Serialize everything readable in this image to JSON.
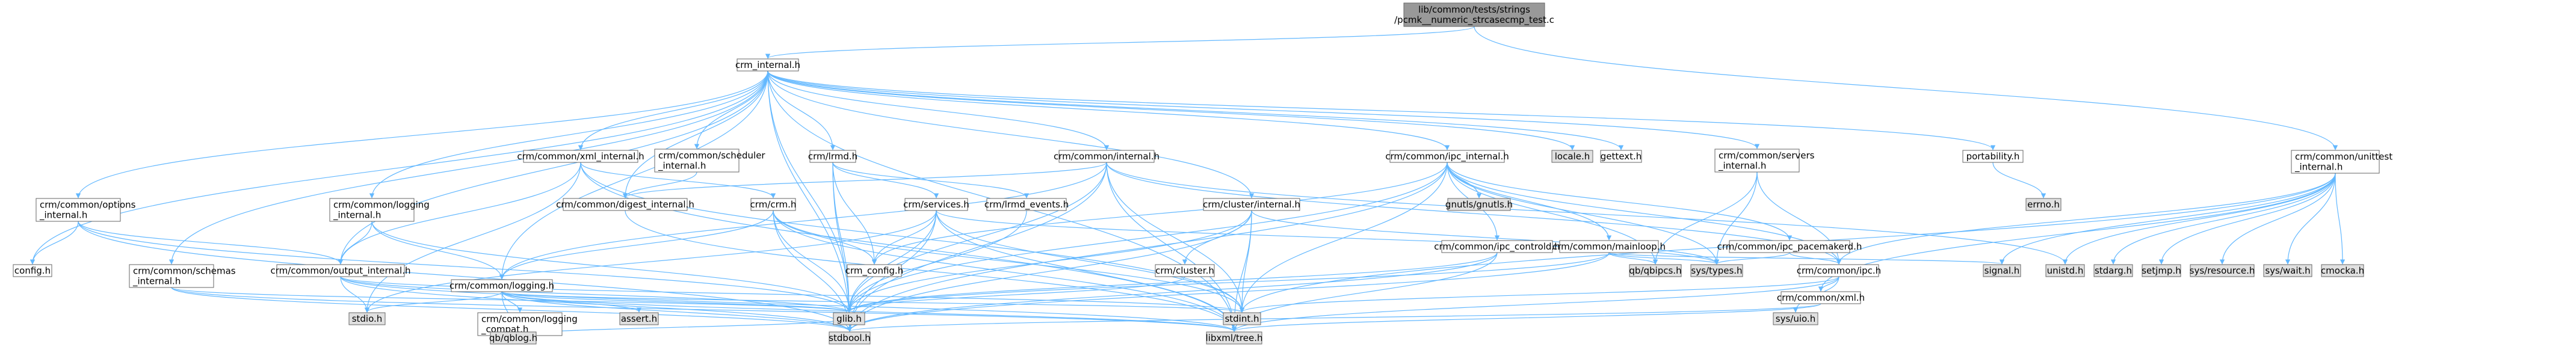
{
  "title_lines": [
    "lib/common/tests/strings",
    "/pcmk__numeric_strcasecmp_test.c"
  ],
  "colors": {
    "root_fill": "#999999",
    "default_fill": "#ffffff",
    "external_fill": "#e0e0e0",
    "red_text": "#ff0000",
    "edge": "#63b8ff",
    "border": "#666666"
  },
  "nodes": [
    {
      "id": "root",
      "lines": [
        "lib/common/tests/strings",
        "/pcmk__numeric_strcasecmp_test.c"
      ],
      "style": "root"
    },
    {
      "id": "crm_internal",
      "lines": [
        "crm_internal.h"
      ],
      "style": "default"
    },
    {
      "id": "unittest_internal",
      "lines": [
        "crm/common/unittest",
        "_internal.h"
      ],
      "style": "default"
    },
    {
      "id": "options_internal",
      "lines": [
        "crm/common/options",
        "_internal.h"
      ],
      "style": "red"
    },
    {
      "id": "schemas_internal",
      "lines": [
        "crm/common/schemas",
        "_internal.h"
      ],
      "style": "red"
    },
    {
      "id": "logging_internal",
      "lines": [
        "crm/common/logging",
        "_internal.h"
      ],
      "style": "default"
    },
    {
      "id": "xml_internal",
      "lines": [
        "crm/common/xml_internal.h"
      ],
      "style": "red"
    },
    {
      "id": "scheduler_internal",
      "lines": [
        "crm/common/scheduler",
        "_internal.h"
      ],
      "style": "red"
    },
    {
      "id": "lrmd",
      "lines": [
        "crm/lrmd.h"
      ],
      "style": "default"
    },
    {
      "id": "common_internal",
      "lines": [
        "crm/common/internal.h"
      ],
      "style": "red"
    },
    {
      "id": "cluster_internal",
      "lines": [
        "crm/cluster/internal.h"
      ],
      "style": "default"
    },
    {
      "id": "ipc_internal",
      "lines": [
        "crm/common/ipc_internal.h"
      ],
      "style": "default"
    },
    {
      "id": "locale",
      "lines": [
        "locale.h"
      ],
      "style": "external"
    },
    {
      "id": "gettext",
      "lines": [
        "gettext.h"
      ],
      "style": "red"
    },
    {
      "id": "servers_internal",
      "lines": [
        "crm/common/servers",
        "_internal.h"
      ],
      "style": "default"
    },
    {
      "id": "portability",
      "lines": [
        "portability.h"
      ],
      "style": "default"
    },
    {
      "id": "errno",
      "lines": [
        "errno.h"
      ],
      "style": "external"
    },
    {
      "id": "config",
      "lines": [
        "config.h"
      ],
      "style": "default"
    },
    {
      "id": "output_internal",
      "lines": [
        "crm/common/output_internal.h"
      ],
      "style": "red"
    },
    {
      "id": "logging",
      "lines": [
        "crm/common/logging.h"
      ],
      "style": "default"
    },
    {
      "id": "digest_internal",
      "lines": [
        "crm/common/digest_internal.h"
      ],
      "style": "default"
    },
    {
      "id": "crm",
      "lines": [
        "crm/crm.h"
      ],
      "style": "red"
    },
    {
      "id": "services",
      "lines": [
        "crm/services.h"
      ],
      "style": "red"
    },
    {
      "id": "lrmd_events",
      "lines": [
        "crm/lrmd_events.h"
      ],
      "style": "red"
    },
    {
      "id": "crm_config",
      "lines": [
        "crm_config.h"
      ],
      "style": "default"
    },
    {
      "id": "cluster",
      "lines": [
        "crm/cluster.h"
      ],
      "style": "red"
    },
    {
      "id": "gnutls",
      "lines": [
        "gnutls/gnutls.h"
      ],
      "style": "external"
    },
    {
      "id": "ipc_controld",
      "lines": [
        "crm/common/ipc_controld.h"
      ],
      "style": "default"
    },
    {
      "id": "mainloop",
      "lines": [
        "crm/common/mainloop.h"
      ],
      "style": "default"
    },
    {
      "id": "ipc_pacemakerd",
      "lines": [
        "crm/common/ipc_pacemakerd.h"
      ],
      "style": "default"
    },
    {
      "id": "qb_ipcs",
      "lines": [
        "qb/qbipcs.h"
      ],
      "style": "external"
    },
    {
      "id": "sys_types",
      "lines": [
        "sys/types.h"
      ],
      "style": "external"
    },
    {
      "id": "ipc",
      "lines": [
        "crm/common/ipc.h"
      ],
      "style": "red"
    },
    {
      "id": "signal",
      "lines": [
        "signal.h"
      ],
      "style": "external"
    },
    {
      "id": "unistd",
      "lines": [
        "unistd.h"
      ],
      "style": "external"
    },
    {
      "id": "stdarg",
      "lines": [
        "stdarg.h"
      ],
      "style": "external"
    },
    {
      "id": "setjmp",
      "lines": [
        "setjmp.h"
      ],
      "style": "external"
    },
    {
      "id": "sys_resource",
      "lines": [
        "sys/resource.h"
      ],
      "style": "external"
    },
    {
      "id": "sys_wait",
      "lines": [
        "sys/wait.h"
      ],
      "style": "external"
    },
    {
      "id": "cmocka",
      "lines": [
        "cmocka.h"
      ],
      "style": "external"
    },
    {
      "id": "stdio",
      "lines": [
        "stdio.h"
      ],
      "style": "external"
    },
    {
      "id": "logging_compat",
      "lines": [
        "crm/common/logging",
        "_compat.h"
      ],
      "style": "default"
    },
    {
      "id": "assert",
      "lines": [
        "assert.h"
      ],
      "style": "external"
    },
    {
      "id": "glib",
      "lines": [
        "glib.h"
      ],
      "style": "external"
    },
    {
      "id": "stdint",
      "lines": [
        "stdint.h"
      ],
      "style": "external"
    },
    {
      "id": "sys_uio",
      "lines": [
        "sys/uio.h"
      ],
      "style": "external"
    },
    {
      "id": "common_xml",
      "lines": [
        "crm/common/xml.h"
      ],
      "style": "red"
    },
    {
      "id": "qblog",
      "lines": [
        "qb/qblog.h"
      ],
      "style": "external"
    },
    {
      "id": "stdbool",
      "lines": [
        "stdbool.h"
      ],
      "style": "external"
    },
    {
      "id": "libxml_tree",
      "lines": [
        "libxml/tree.h"
      ],
      "style": "external"
    }
  ],
  "edges": [
    [
      "root",
      "crm_internal"
    ],
    [
      "root",
      "unittest_internal"
    ],
    [
      "crm_internal",
      "config"
    ],
    [
      "crm_internal",
      "options_internal"
    ],
    [
      "crm_internal",
      "schemas_internal"
    ],
    [
      "crm_internal",
      "logging_internal"
    ],
    [
      "crm_internal",
      "xml_internal"
    ],
    [
      "crm_internal",
      "scheduler_internal"
    ],
    [
      "crm_internal",
      "lrmd"
    ],
    [
      "crm_internal",
      "common_internal"
    ],
    [
      "crm_internal",
      "cluster_internal"
    ],
    [
      "crm_internal",
      "ipc_internal"
    ],
    [
      "crm_internal",
      "locale"
    ],
    [
      "crm_internal",
      "gettext"
    ],
    [
      "crm_internal",
      "servers_internal"
    ],
    [
      "crm_internal",
      "portability"
    ],
    [
      "crm_internal",
      "output_internal"
    ],
    [
      "crm_internal",
      "logging"
    ],
    [
      "crm_internal",
      "glib"
    ],
    [
      "crm_internal",
      "digest_internal"
    ],
    [
      "crm_internal",
      "stdbool"
    ],
    [
      "crm_internal",
      "libxml_tree"
    ],
    [
      "options_internal",
      "config"
    ],
    [
      "options_internal",
      "output_internal"
    ],
    [
      "options_internal",
      "glib"
    ],
    [
      "options_internal",
      "stdbool"
    ],
    [
      "schemas_internal",
      "glib"
    ],
    [
      "schemas_internal",
      "libxml_tree"
    ],
    [
      "schemas_internal",
      "stdbool"
    ],
    [
      "logging_internal",
      "output_internal"
    ],
    [
      "logging_internal",
      "logging"
    ],
    [
      "logging_internal",
      "glib"
    ],
    [
      "xml_internal",
      "stdio"
    ],
    [
      "xml_internal",
      "output_internal"
    ],
    [
      "xml_internal",
      "crm"
    ],
    [
      "xml_internal",
      "stdint"
    ],
    [
      "xml_internal",
      "libxml_tree"
    ],
    [
      "scheduler_internal",
      "digest_internal"
    ],
    [
      "lrmd",
      "stdbool"
    ],
    [
      "lrmd",
      "glib"
    ],
    [
      "lrmd",
      "crm_config"
    ],
    [
      "lrmd",
      "services"
    ],
    [
      "lrmd",
      "lrmd_events"
    ],
    [
      "common_internal",
      "digest_internal"
    ],
    [
      "common_internal",
      "logging"
    ],
    [
      "common_internal",
      "glib"
    ],
    [
      "common_internal",
      "stdint"
    ],
    [
      "common_internal",
      "stdbool"
    ],
    [
      "common_internal",
      "libxml_tree"
    ],
    [
      "common_internal",
      "ipc"
    ],
    [
      "common_internal",
      "unistd"
    ],
    [
      "cluster_internal",
      "stdint"
    ],
    [
      "cluster_internal",
      "cluster"
    ],
    [
      "cluster_internal",
      "glib"
    ],
    [
      "cluster_internal",
      "stdbool"
    ],
    [
      "cluster_internal",
      "libxml_tree"
    ],
    [
      "cluster_internal",
      "sys_types"
    ],
    [
      "ipc_internal",
      "stdbool"
    ],
    [
      "ipc_internal",
      "stdint"
    ],
    [
      "ipc_internal",
      "sys_types"
    ],
    [
      "ipc_internal",
      "gnutls"
    ],
    [
      "ipc_internal",
      "qb_ipcs"
    ],
    [
      "ipc_internal",
      "crm_config"
    ],
    [
      "ipc_internal",
      "ipc"
    ],
    [
      "ipc_internal",
      "ipc_controld"
    ],
    [
      "ipc_internal",
      "ipc_pacemakerd"
    ],
    [
      "ipc_internal",
      "mainloop"
    ],
    [
      "ipc_internal",
      "glib"
    ],
    [
      "servers_internal",
      "sys_types"
    ],
    [
      "servers_internal",
      "qb_ipcs"
    ],
    [
      "servers_internal",
      "ipc"
    ],
    [
      "portability",
      "errno"
    ],
    [
      "unittest_internal",
      "signal"
    ],
    [
      "unittest_internal",
      "stdarg"
    ],
    [
      "unittest_internal",
      "setjmp"
    ],
    [
      "unittest_internal",
      "sys_resource"
    ],
    [
      "unittest_internal",
      "sys_wait"
    ],
    [
      "unittest_internal",
      "unistd"
    ],
    [
      "unittest_internal",
      "cmocka"
    ],
    [
      "unittest_internal",
      "ipc"
    ],
    [
      "unittest_internal",
      "stdint"
    ],
    [
      "unittest_internal",
      "common_xml"
    ],
    [
      "output_internal",
      "stdio"
    ],
    [
      "output_internal",
      "glib"
    ],
    [
      "output_internal",
      "stdbool"
    ],
    [
      "output_internal",
      "libxml_tree"
    ],
    [
      "output_internal",
      "stdint"
    ],
    [
      "logging",
      "stdio"
    ],
    [
      "logging",
      "glib"
    ],
    [
      "logging",
      "assert"
    ],
    [
      "logging",
      "logging_compat"
    ],
    [
      "logging",
      "qblog"
    ],
    [
      "logging",
      "stdbool"
    ],
    [
      "logging",
      "stdint"
    ],
    [
      "logging",
      "libxml_tree"
    ],
    [
      "logging_compat",
      "qblog"
    ],
    [
      "logging_compat",
      "glib"
    ],
    [
      "digest_internal",
      "libxml_tree"
    ],
    [
      "crm",
      "crm_config"
    ],
    [
      "crm",
      "stdbool"
    ],
    [
      "crm",
      "stdint"
    ],
    [
      "crm",
      "glib"
    ],
    [
      "crm",
      "libxml_tree"
    ],
    [
      "crm",
      "logging"
    ],
    [
      "services",
      "glib"
    ],
    [
      "services",
      "stdio"
    ],
    [
      "services",
      "stdint"
    ],
    [
      "services",
      "stdbool"
    ],
    [
      "services",
      "sys_types"
    ],
    [
      "services",
      "crm_config"
    ],
    [
      "services",
      "libxml_tree"
    ],
    [
      "lrmd_events",
      "glib"
    ],
    [
      "cluster",
      "glib"
    ],
    [
      "ipc_controld",
      "stdbool"
    ],
    [
      "ipc_controld",
      "glib"
    ],
    [
      "ipc_controld",
      "libxml_tree"
    ],
    [
      "ipc_pacemakerd",
      "sys_types"
    ],
    [
      "ipc_pacemakerd",
      "ipc"
    ],
    [
      "mainloop",
      "signal"
    ],
    [
      "mainloop",
      "sys_types"
    ],
    [
      "mainloop",
      "glib"
    ],
    [
      "mainloop",
      "stdbool"
    ],
    [
      "mainloop",
      "qb_ipcs"
    ],
    [
      "ipc",
      "sys_uio"
    ],
    [
      "ipc",
      "common_xml"
    ],
    [
      "ipc",
      "stdint"
    ],
    [
      "ipc",
      "libxml_tree"
    ],
    [
      "common_xml",
      "stdbool"
    ],
    [
      "common_xml",
      "libxml_tree"
    ]
  ]
}
